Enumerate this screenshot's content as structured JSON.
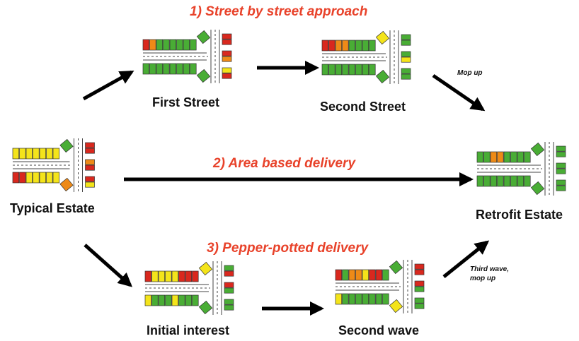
{
  "colors": {
    "red": "#d9281e",
    "orange": "#ee8a17",
    "yellow": "#f4e41a",
    "green": "#49ad35",
    "heading": "#e8422a",
    "arrow": "#000000"
  },
  "headings": {
    "street": "1) Street by street approach",
    "area": "2) Area based delivery",
    "pepper": "3) Pepper-potted delivery"
  },
  "labels": {
    "typical_estate": "Typical Estate",
    "first_street": "First Street",
    "second_street": "Second Street",
    "retrofit_estate": "Retrofit Estate",
    "initial_interest": "Initial interest",
    "second_wave": "Second wave"
  },
  "notes": {
    "mop_up": "Mop up",
    "third_wave_line1": "Third wave,",
    "third_wave_line2": "mop up"
  },
  "estates": [
    {
      "id": "typical-estate",
      "top_row": [
        "yellow",
        "yellow",
        "yellow",
        "yellow",
        "yellow",
        "yellow",
        "yellow"
      ],
      "top_corner": "green",
      "bottom_row": [
        "red",
        "red",
        "yellow",
        "yellow",
        "yellow",
        "yellow",
        "yellow"
      ],
      "bottom_corner": "orange",
      "right_column": [
        "red",
        "red",
        "orange",
        "red",
        "red",
        "yellow"
      ]
    },
    {
      "id": "first-street",
      "top_row": [
        "red",
        "orange",
        "green",
        "green",
        "green",
        "green",
        "green",
        "green"
      ],
      "top_corner": "green",
      "bottom_row": [
        "green",
        "green",
        "green",
        "green",
        "green",
        "green",
        "green",
        "green"
      ],
      "bottom_corner": "green",
      "right_column": [
        "red",
        "red",
        "red",
        "orange",
        "yellow",
        "red"
      ]
    },
    {
      "id": "second-street",
      "top_row": [
        "red",
        "red",
        "orange",
        "orange",
        "green",
        "green",
        "green",
        "green"
      ],
      "top_corner": "yellow",
      "bottom_row": [
        "green",
        "green",
        "green",
        "green",
        "green",
        "green",
        "green",
        "green"
      ],
      "bottom_corner": "green",
      "right_column": [
        "green",
        "green",
        "green",
        "yellow",
        "green",
        "green"
      ]
    },
    {
      "id": "retrofit-estate",
      "top_row": [
        "green",
        "green",
        "orange",
        "orange",
        "green",
        "green",
        "green",
        "green"
      ],
      "top_corner": "green",
      "bottom_row": [
        "green",
        "green",
        "green",
        "green",
        "green",
        "green",
        "green",
        "green"
      ],
      "bottom_corner": "green",
      "right_column": [
        "green",
        "green",
        "green",
        "green",
        "green",
        "green"
      ]
    },
    {
      "id": "initial-interest",
      "top_row": [
        "red",
        "yellow",
        "yellow",
        "yellow",
        "yellow",
        "red",
        "red",
        "red"
      ],
      "top_corner": "yellow",
      "bottom_row": [
        "yellow",
        "green",
        "green",
        "green",
        "yellow",
        "green",
        "green",
        "green"
      ],
      "bottom_corner": "green",
      "right_column": [
        "green",
        "red",
        "red",
        "green",
        "green",
        "green"
      ]
    },
    {
      "id": "second-wave",
      "top_row": [
        "red",
        "green",
        "orange",
        "orange",
        "yellow",
        "red",
        "red",
        "green"
      ],
      "top_corner": "green",
      "bottom_row": [
        "yellow",
        "green",
        "green",
        "green",
        "green",
        "green",
        "green",
        "green"
      ],
      "bottom_corner": "yellow",
      "right_column": [
        "red",
        "red",
        "red",
        "green",
        "green",
        "green"
      ]
    }
  ]
}
